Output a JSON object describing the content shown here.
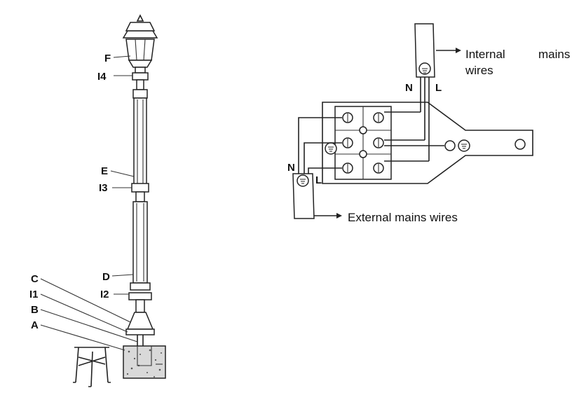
{
  "lamp": {
    "labels": {
      "F": "F",
      "I4": "I4",
      "E": "E",
      "I3": "I3",
      "D": "D",
      "I2": "I2",
      "C": "C",
      "I1": "I1",
      "B": "B",
      "A": "A"
    }
  },
  "wiring": {
    "internal_line1_left": "Internal",
    "internal_line1_right": "mains",
    "internal_line2": "wires",
    "external": "External mains wires",
    "n_top": "N",
    "l_top": "L",
    "n_bottom": "N",
    "l_bottom": "L"
  }
}
